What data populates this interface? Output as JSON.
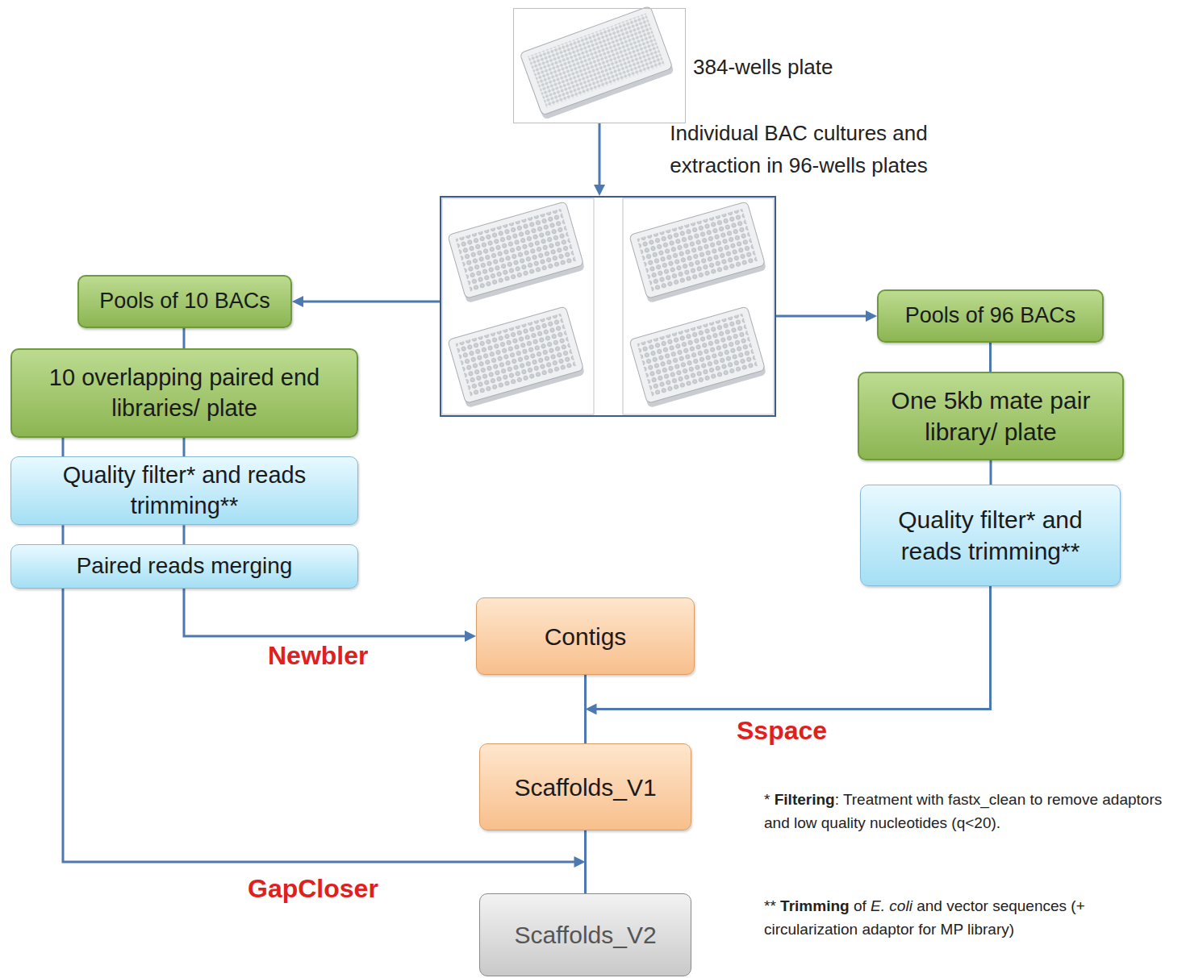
{
  "diagram": {
    "nodes": [
      {
        "text": [
          "384-wells plate"
        ]
      },
      {
        "text": [
          "Individual BAC cultures and extraction in 96-wells plates"
        ]
      },
      {
        "text": [
          "Pools of 10 BACs"
        ]
      },
      {
        "text": [
          "10 overlapping paired end libraries/ plate"
        ]
      },
      {
        "text": [
          "Quality filter* and reads trimming**"
        ]
      },
      {
        "text": [
          "Paired reads merging"
        ]
      },
      {
        "text": [
          "Pools of 96 BACs"
        ]
      },
      {
        "text": [
          "One 5kb mate pair library/ plate"
        ]
      },
      {
        "text": [
          "Quality filter* and reads trimming**"
        ]
      },
      {
        "text": [
          "Contigs"
        ]
      },
      {
        "text": [
          "Scaffolds_V1"
        ]
      },
      {
        "text": [
          "Scaffolds_V2"
        ]
      }
    ],
    "edges": [
      {
        "from": 0,
        "to": 1,
        "arrow": "to"
      },
      {
        "from": 1,
        "to": 2,
        "arrow": "to"
      },
      {
        "from": 1,
        "to": 6,
        "arrow": "to"
      },
      {
        "from": 2,
        "to": 3,
        "arrow": "none"
      },
      {
        "from": 3,
        "to": 4,
        "arrow": "none"
      },
      {
        "from": 4,
        "to": 5,
        "arrow": "none"
      },
      {
        "from": 5,
        "to": 9,
        "label": "Newbler",
        "arrow": "to"
      },
      {
        "from": 6,
        "to": 7,
        "arrow": "none"
      },
      {
        "from": 7,
        "to": 8,
        "arrow": "none"
      },
      {
        "from": 9,
        "to": 10,
        "arrow": "none"
      },
      {
        "from": 8,
        "to": 10,
        "label": "Sspace",
        "arrow": "to"
      },
      {
        "from": 10,
        "to": 11,
        "arrow": "none"
      },
      {
        "from": 5,
        "to": 11,
        "label": "GapCloser",
        "arrow": "to"
      }
    ],
    "labels": [
      "*",
      "Filtering",
      ": Treatment with fastx_clean to remove adaptors and low quality nucleotides (q<20).",
      "**",
      "Trimming",
      "of",
      "E. coli",
      "and vector sequences (+ circularization adaptor for MP library)"
    ]
  }
}
